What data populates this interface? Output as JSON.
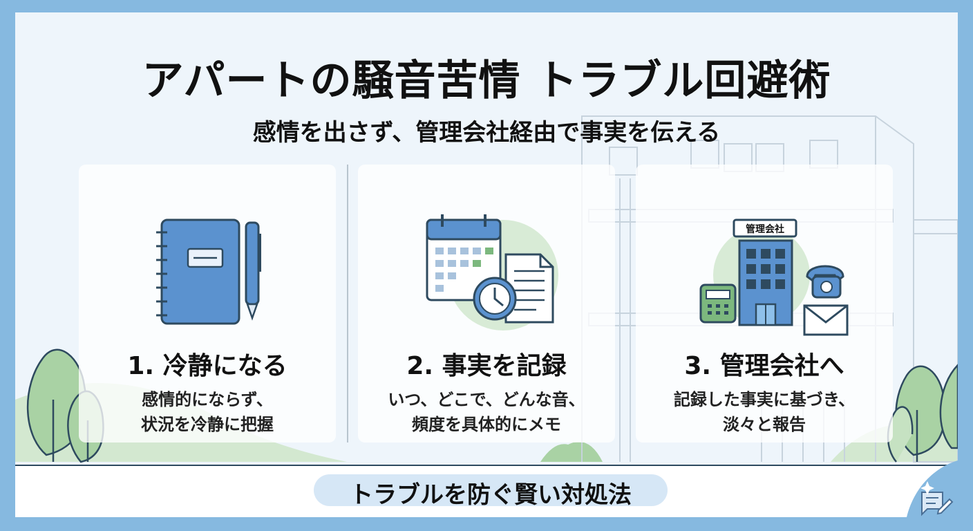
{
  "title": "アパートの騒音苦情 トラブル回避術",
  "subtitle": "感情を出さず、管理会社経由で事実を伝える",
  "steps": [
    {
      "icon": "notebook-pen-icon",
      "heading": "1. 冷静になる",
      "lines": [
        "感情的にならず、",
        "状況を冷静に把握"
      ]
    },
    {
      "icon": "calendar-clock-document-icon",
      "heading": "2. 事実を記録",
      "lines": [
        "いつ、どこで、どんな音、",
        "頻度を具体的にメモ"
      ]
    },
    {
      "icon": "management-office-icon",
      "heading": "3. 管理会社へ",
      "lines": [
        "記録した事実に基づき、",
        "淡々と報告"
      ],
      "sign": "管理会社"
    }
  ],
  "footer": "トラブルを防ぐ賢い対処法",
  "colors": {
    "frame": "#86b9e0",
    "primary_blue": "#5b92cf",
    "dark_outline": "#2e4a5f",
    "green_accent": "#7cb87e",
    "pale_green": "#d8ebd6"
  }
}
